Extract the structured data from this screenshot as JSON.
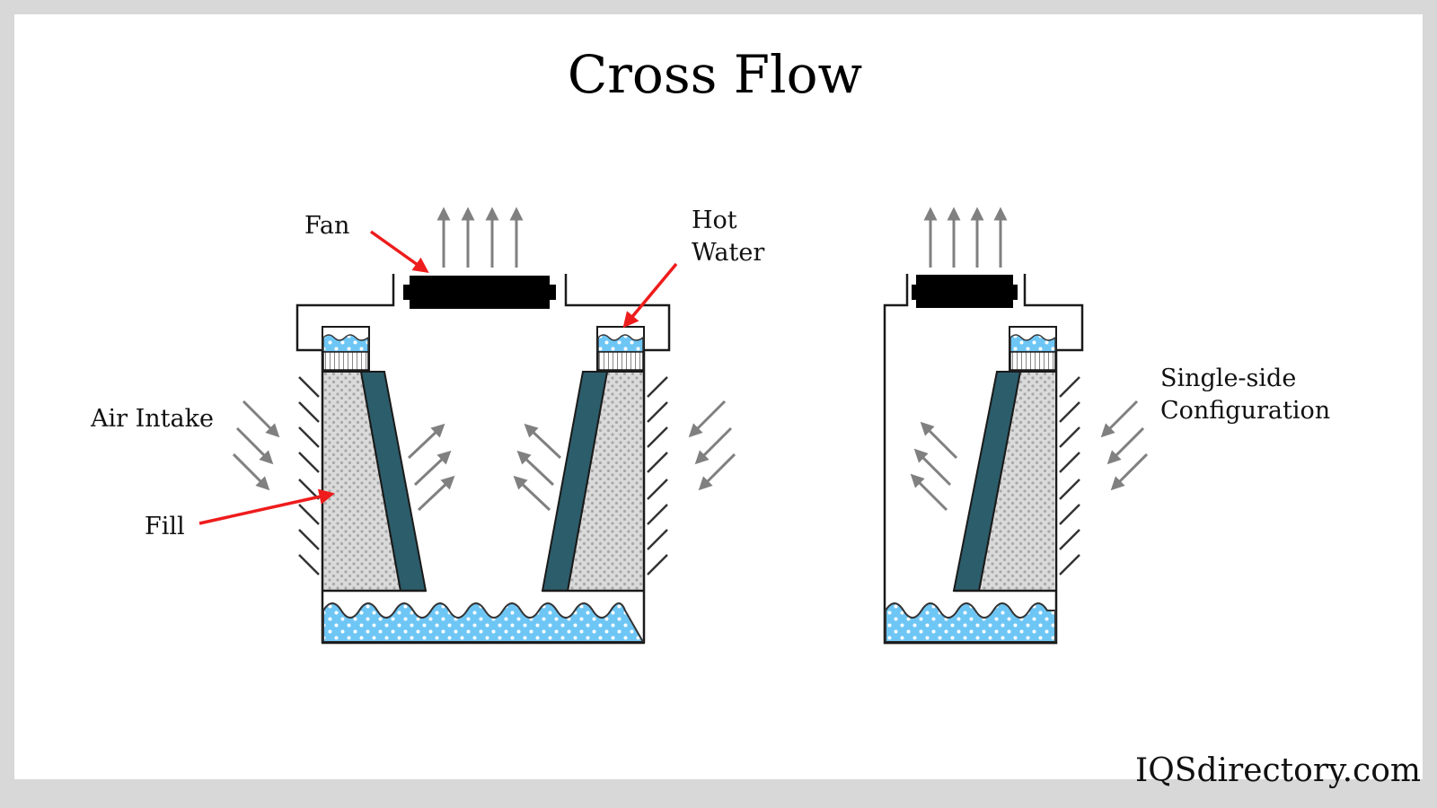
{
  "title": "Cross Flow",
  "labels": {
    "fan": "Fan",
    "hot_water_line1": "Hot",
    "hot_water_line2": "Water",
    "air_intake": "Air Intake",
    "fill": "Fill",
    "single_side_line1": "Single-side",
    "single_side_line2": "Configuration"
  },
  "brand": "IQSdirectory.com",
  "colors": {
    "frame": "#d8d8d8",
    "background": "#ffffff",
    "fan": "#000000",
    "fill_panel": "#d9d9d9",
    "drift_eliminator": "#2c5d6b",
    "water": "#6ec6f5",
    "air_arrow": "#808080",
    "callout_arrow": "#ee1c1c"
  },
  "diagrams": [
    {
      "name": "double-side-crossflow-tower",
      "fill_sides": 2
    },
    {
      "name": "single-side-crossflow-tower",
      "fill_sides": 1
    }
  ]
}
